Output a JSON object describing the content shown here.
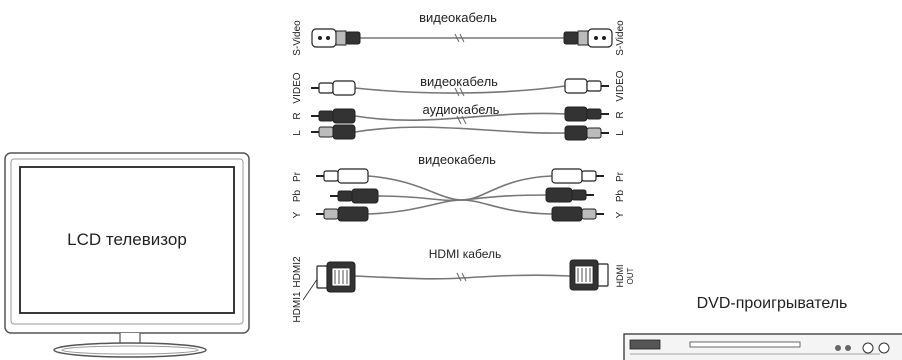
{
  "tv": {
    "label": "LCD телевизор"
  },
  "dvd": {
    "label": "DVD-проигрыватель"
  },
  "svideo": {
    "cable_label": "видеокабель",
    "left_port": "S-Video",
    "right_port": "S-Video"
  },
  "composite": {
    "video_cable_label": "видеокабель",
    "audio_cable_label": "аудиокабель",
    "left_ports": [
      "VIDEO",
      "R",
      "L"
    ],
    "right_ports": [
      "VIDEO",
      "R",
      "L"
    ]
  },
  "component": {
    "cable_label": "видеокабель",
    "left_ports": [
      "Pr",
      "Pb",
      "Y"
    ],
    "right_ports": [
      "Pr",
      "Pb",
      "Y"
    ]
  },
  "hdmi": {
    "cable_label": "HDMI кабель",
    "left_ports": [
      "HDMI2",
      "HDMI1"
    ],
    "right_port_line1": "HDMI",
    "right_port_line2": "OUT"
  }
}
